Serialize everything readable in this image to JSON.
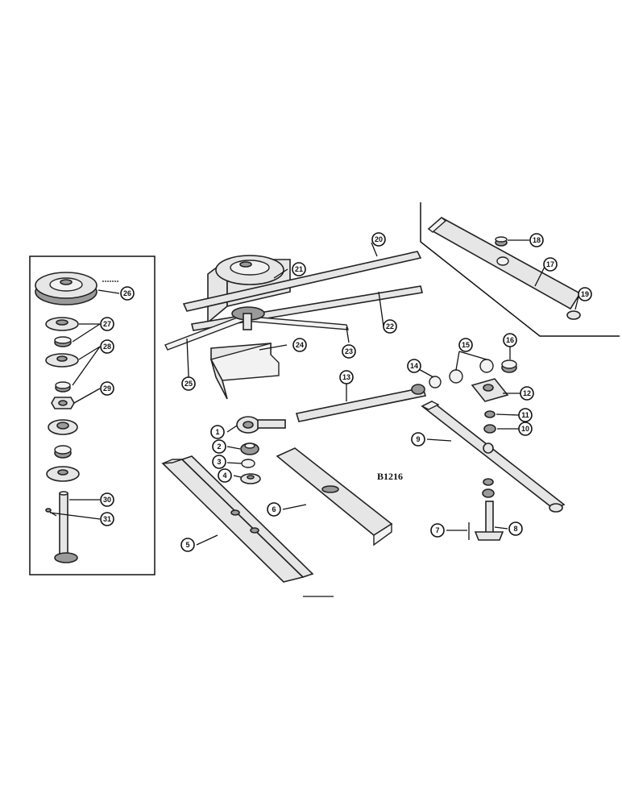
{
  "drawing": {
    "reference_code": "B1216"
  },
  "callouts": [
    "1",
    "2",
    "3",
    "4",
    "5",
    "6",
    "7",
    "8",
    "9",
    "10",
    "11",
    "12",
    "13",
    "14",
    "15",
    "16",
    "17",
    "18",
    "19",
    "20",
    "21",
    "22",
    "23",
    "24",
    "25",
    "26",
    "27",
    "28",
    "29",
    "30",
    "31"
  ]
}
